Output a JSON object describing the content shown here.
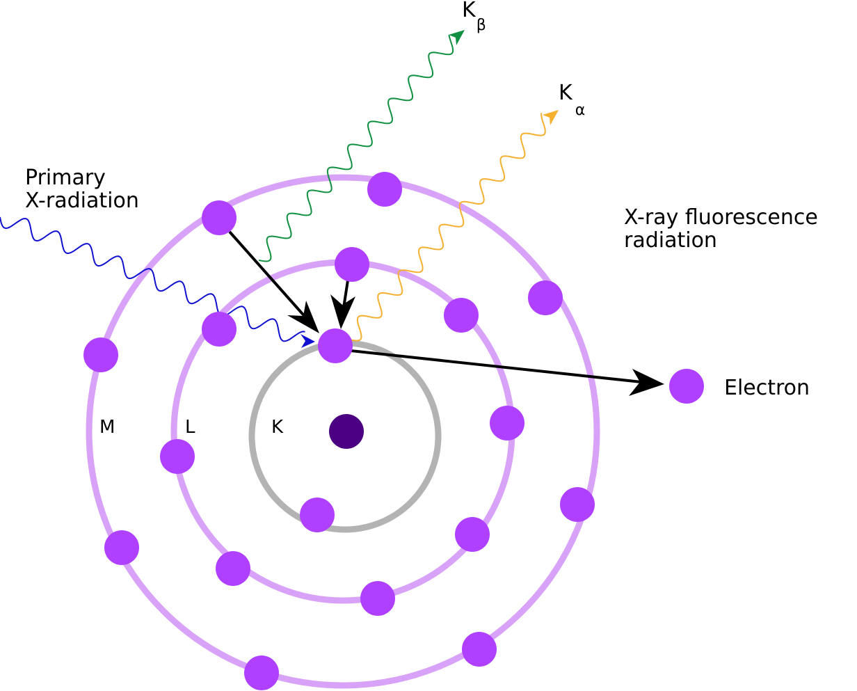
{
  "labels": {
    "primary_line1": "Primary",
    "primary_line2": "X-radiation",
    "fluorescence_line1": "X-ray fluorescence",
    "fluorescence_line2": "radiation",
    "electron": "Electron",
    "shell_m": "M",
    "shell_l": "L",
    "shell_k": "K",
    "k_beta_main": "K",
    "k_beta_sub": "β",
    "k_alpha_main": "K",
    "k_alpha_sub": "α"
  },
  "colors": {
    "electron": "#b040ff",
    "nucleus": "#4b0082",
    "shell_outer": "#d8a2f8",
    "shell_k": "#b3b3b3",
    "primary_wave": "#1010d0",
    "k_beta_wave": "#109040",
    "k_alpha_wave": "#f5b030",
    "arrow": "#000000"
  },
  "icons": {
    "electron": "purple-filled-circle",
    "nucleus": "dark-purple-filled-circle"
  }
}
